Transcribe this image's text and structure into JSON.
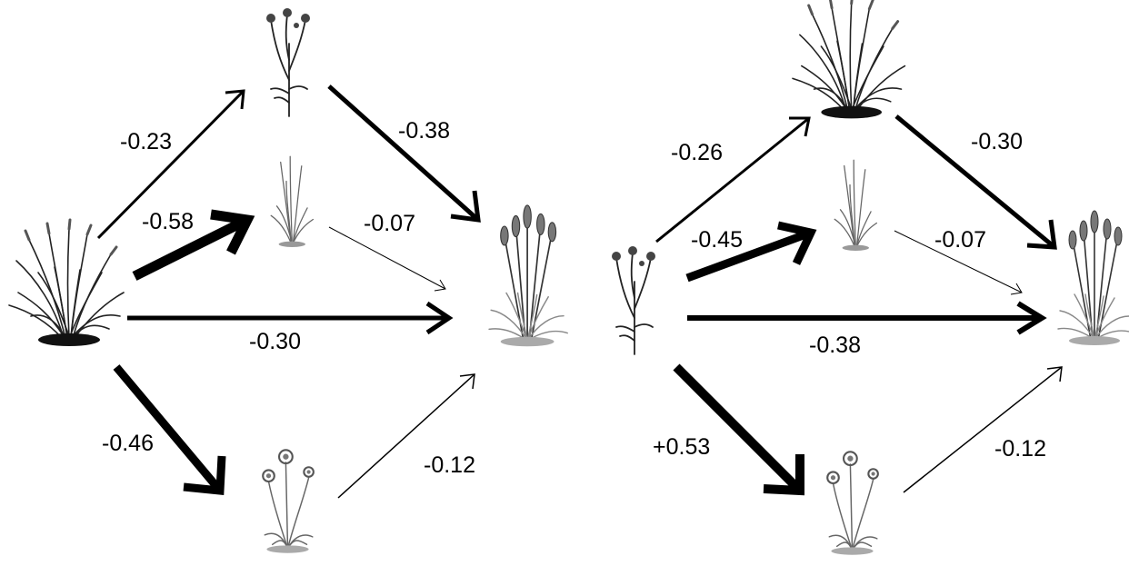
{
  "panels": [
    {
      "id": "left",
      "nodes": [
        {
          "id": "tussock_grass",
          "icon": "tussock-grass-icon"
        },
        {
          "id": "knapweed_top",
          "icon": "knapweed-plant-icon"
        },
        {
          "id": "small_grass_mid",
          "icon": "small-grass-icon"
        },
        {
          "id": "lavender_target",
          "icon": "lavender-plant-icon"
        },
        {
          "id": "flower_bottom",
          "icon": "daisy-plant-icon"
        }
      ],
      "edges": [
        {
          "label": "-0.23",
          "strength": 0.23
        },
        {
          "label": "-0.38",
          "strength": 0.38
        },
        {
          "label": "-0.58",
          "strength": 0.58
        },
        {
          "label": "-0.07",
          "strength": 0.07
        },
        {
          "label": "-0.30",
          "strength": 0.3
        },
        {
          "label": "-0.46",
          "strength": 0.46
        },
        {
          "label": "-0.12",
          "strength": 0.12
        }
      ]
    },
    {
      "id": "right",
      "nodes": [
        {
          "id": "knapweed_source",
          "icon": "knapweed-plant-icon"
        },
        {
          "id": "tussock_grass_top",
          "icon": "tussock-grass-icon"
        },
        {
          "id": "small_grass_mid",
          "icon": "small-grass-icon"
        },
        {
          "id": "lavender_target",
          "icon": "lavender-plant-icon"
        },
        {
          "id": "flower_bottom",
          "icon": "daisy-plant-icon"
        }
      ],
      "edges": [
        {
          "label": "-0.26",
          "strength": 0.26
        },
        {
          "label": "-0.30",
          "strength": 0.3
        },
        {
          "label": "-0.45",
          "strength": 0.45
        },
        {
          "label": "-0.07",
          "strength": 0.07
        },
        {
          "label": "-0.38",
          "strength": 0.38
        },
        {
          "label": "+0.53",
          "strength": 0.53
        },
        {
          "label": "-0.12",
          "strength": 0.12
        }
      ]
    }
  ]
}
